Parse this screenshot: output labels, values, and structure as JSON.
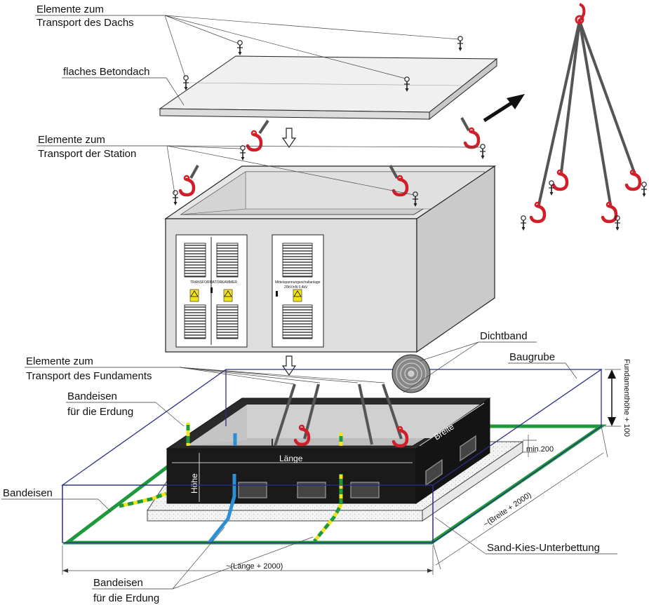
{
  "labels": {
    "dach_transport_1": "Elemente zum",
    "dach_transport_2": "Transport des Dachs",
    "betondach": "flaches Betondach",
    "station_transport_1": "Elemente zum",
    "station_transport_2": "Transport der Station",
    "fund_transport_1": "Elemente zum",
    "fund_transport_2": "Transport des Fundaments",
    "dichtband": "Dichtband",
    "baugrube": "Baugrube",
    "bandeisen_erdung_top_1": "Bandeisen",
    "bandeisen_erdung_top_2": "für die Erdung",
    "bandeisen": "Bandeisen",
    "bandeisen_erdung_bot_1": "Bandeisen",
    "bandeisen_erdung_bot_2": "für die Erdung",
    "sand_kies": "Sand-Kies-Unterbettung",
    "fundamenthoehe": "Fundamenthöhe + 100",
    "min200": "min.200",
    "breite": "Breite",
    "laenge": "Länge",
    "hoehe": "Höhe",
    "dim_breite": "~(Breite + 2000)",
    "dim_laenge": "~(Länge + 2000)",
    "door_left": "TRANSFORMATORKAMMER",
    "door_right_1": "Mittelspannungsschaltanlage",
    "door_right_2": "20kV/nN 0,4kV"
  },
  "colors": {
    "hook_red": "#d01f2a",
    "ground_green": "#1e9a3c",
    "strip_yellow": "#f2e31b",
    "cable_blue": "#2a8fd6",
    "foundation_black": "#1a1a1a",
    "station_grey": "#d9d9d9",
    "pit_navy": "#2b2f86"
  },
  "icons": [
    "crane-hook-icon",
    "lifting-anchor-icon",
    "arrow-down-icon",
    "arrow-diagonal-icon",
    "warning-sign-icon",
    "sealing-tape-roll-icon"
  ]
}
